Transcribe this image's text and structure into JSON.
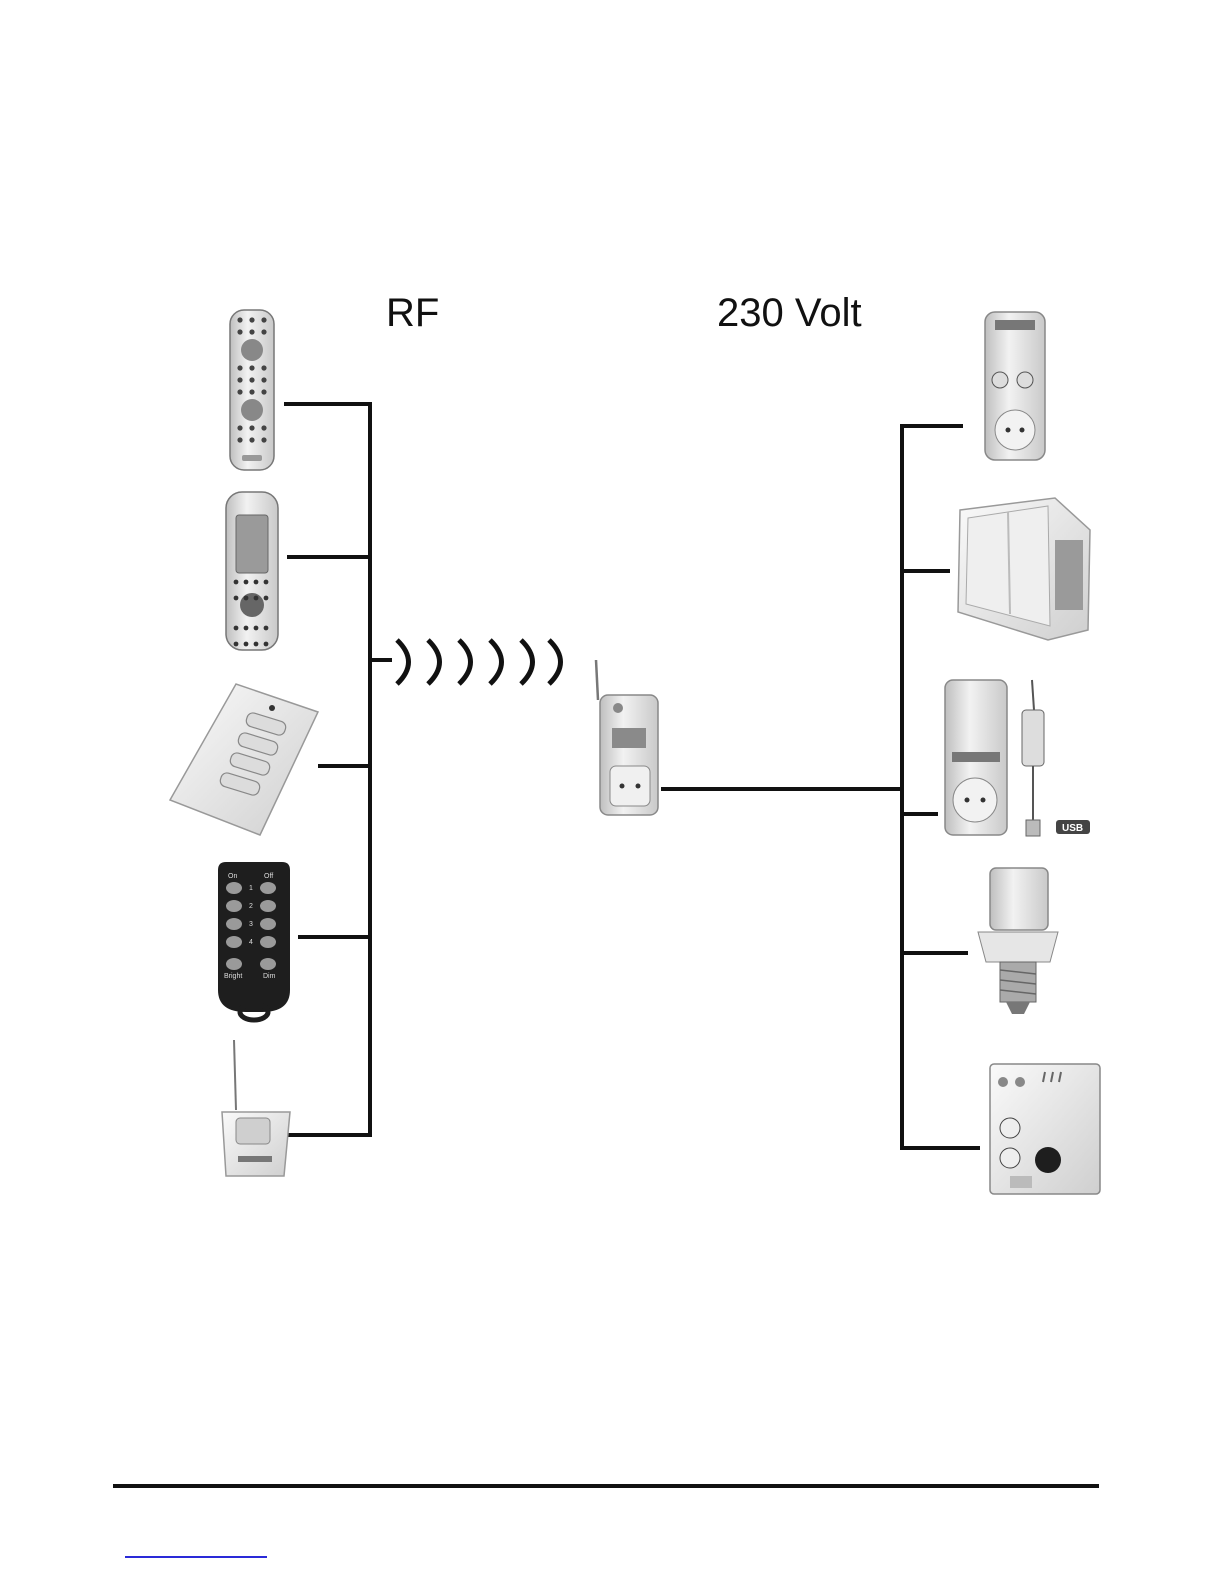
{
  "labels": {
    "rf": "RF",
    "voltage": "230 Volt"
  },
  "device_text": {
    "remote_keypad_on": "On",
    "remote_keypad_off": "Off",
    "remote_keypad_1": "1",
    "remote_keypad_2": "2",
    "remote_keypad_3": "3",
    "remote_keypad_4": "4",
    "remote_keypad_bright": "Bright",
    "remote_keypad_dim": "Dim",
    "usb_badge": "USB"
  },
  "colors": {
    "line": "#111111",
    "device_body": "#e8e8e8",
    "device_shadow": "#bdbdbd",
    "dark_remote": "#1e1e1e",
    "footer_link": "#2a2ad8"
  }
}
